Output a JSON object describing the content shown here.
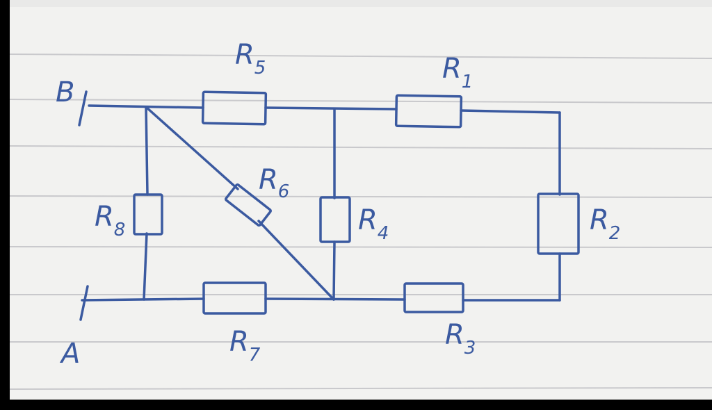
{
  "colors": {
    "ink": "#3b5aa0",
    "paper": "#f2f2f0",
    "rule": "#c9c9cc",
    "border": "#000000"
  },
  "terminals": {
    "top": "B",
    "bottom": "A"
  },
  "resistors": [
    {
      "id": "r5",
      "label": "R",
      "sub": "5"
    },
    {
      "id": "r1",
      "label": "R",
      "sub": "1"
    },
    {
      "id": "r2",
      "label": "R",
      "sub": "2"
    },
    {
      "id": "r3",
      "label": "R",
      "sub": "3"
    },
    {
      "id": "r4",
      "label": "R",
      "sub": "4"
    },
    {
      "id": "r6",
      "label": "R",
      "sub": "6"
    },
    {
      "id": "r7",
      "label": "R",
      "sub": "7"
    },
    {
      "id": "r8",
      "label": "R",
      "sub": "8"
    }
  ]
}
